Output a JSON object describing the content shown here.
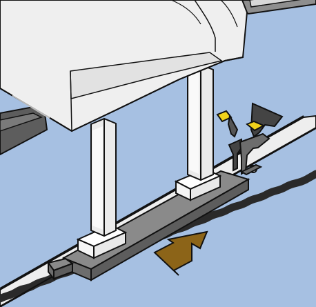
{
  "colors": {
    "background": "#a6c0e2",
    "outline": "#111111",
    "machine_body": "#efefef",
    "machine_shadow": "#cfcfcf",
    "post_light": "#ffffff",
    "post_shade": "#e9e9e9",
    "rail_top": "#8a8a8a",
    "rail_side": "#5d5d5d",
    "rail_dark": "#3b3b3b",
    "track_light": "#eeeeee",
    "track_dark": "#2a2a2a",
    "clamp_dark": "#444444",
    "clamp_mid": "#6d6d6d",
    "clamp_yellow": "#f0d21b",
    "arrow_fill": "#8c6418"
  },
  "icons": {
    "direction_arrow": "arrow-right-icon",
    "clamp": "clamp-icon"
  },
  "diagram": {
    "elements": [
      "machine-housing",
      "left-post",
      "right-post",
      "base-rail",
      "track-strip",
      "clamp-lever",
      "direction-arrow"
    ]
  }
}
